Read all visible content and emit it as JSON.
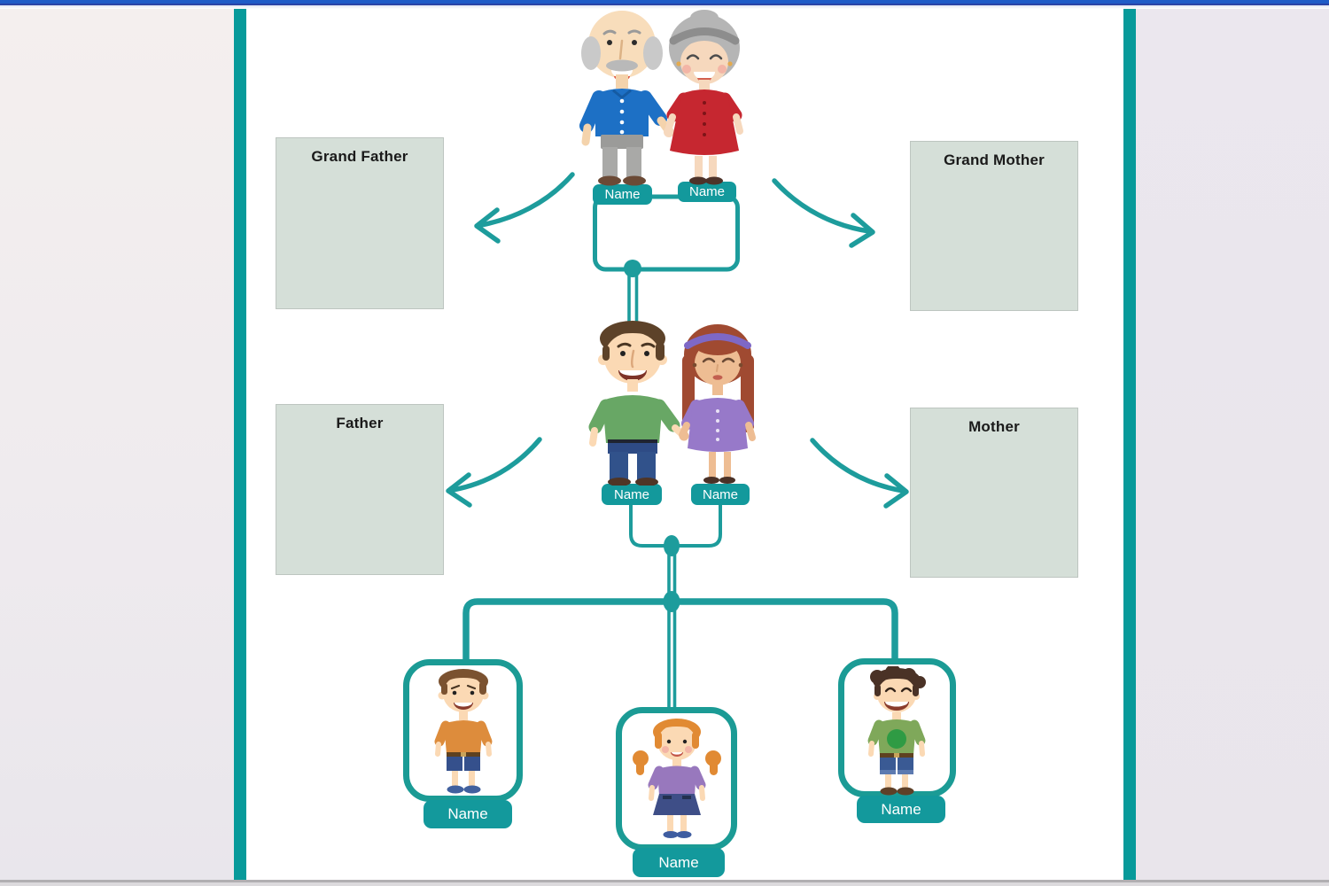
{
  "topbar": {
    "color": "#1f5cc7"
  },
  "canvas": {
    "page_color": "#ffffff",
    "edge_color": "#079a9a",
    "left_margin_color": "#f3eeee",
    "right_margin_color": "#e9e6ec"
  },
  "palette": {
    "connector_teal": "#1d9c9c",
    "badge_teal": "#13999c",
    "label_box_fill": "#d5dfd8",
    "label_box_border": "#bdc5c0",
    "label_text": "#1a1a1a",
    "badge_text": "#ffffff"
  },
  "labels": {
    "grand_father": "Grand Father",
    "grand_mother": "Grand Mother",
    "father": "Father",
    "mother": "Mother"
  },
  "badges": {
    "grandfather": "Name",
    "grandmother": "Name",
    "father": "Name",
    "mother": "Name",
    "child_left": "Name",
    "child_middle": "Name",
    "child_right": "Name"
  },
  "figures": {
    "grandparents": "grandparents-couple-illustration",
    "parents": "parents-couple-illustration",
    "child_left": "boy-orange-shirt-illustration",
    "child_middle": "girl-purple-shirt-illustration",
    "child_right": "boy-green-shirt-illustration"
  }
}
